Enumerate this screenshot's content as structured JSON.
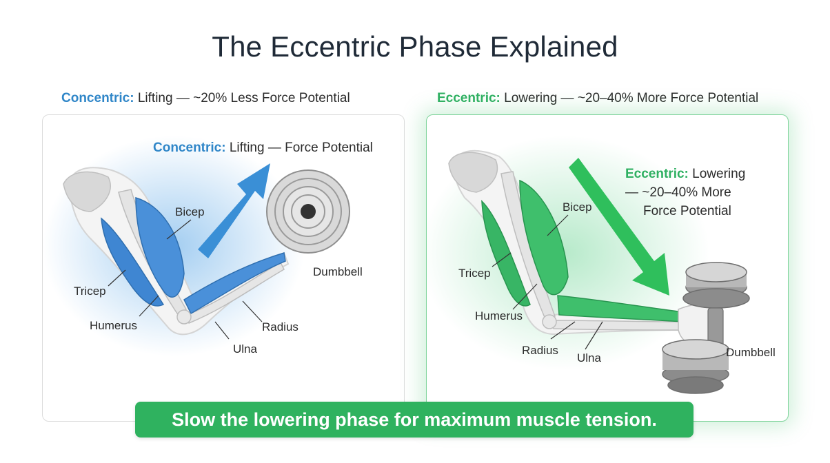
{
  "title": "The Eccentric Phase Explained",
  "concentric": {
    "header_keyword": "Concentric:",
    "header_text": " Lifting — ~20% Less Force Potential",
    "inner_keyword": "Concentric:",
    "inner_text": " Lifting — Force Potential",
    "labels": {
      "bicep": "Bicep",
      "tricep": "Tricep",
      "humerus": "Humerus",
      "ulna": "Ulna",
      "radius": "Radius",
      "dumbbell": "Dumbbell"
    }
  },
  "eccentric": {
    "header_keyword": "Eccentric:",
    "header_text": " Lowering — ~20–40% More Force Potential",
    "inner_keyword": "Eccentric:",
    "inner_line1": " Lowering",
    "inner_line2": "— ~20–40% More",
    "inner_line3": "Force Potential",
    "labels": {
      "bicep": "Bicep",
      "tricep": "Tricep",
      "humerus": "Humerus",
      "radius": "Radius",
      "ulna": "Ulna",
      "dumbbell": "Dumbbell"
    }
  },
  "banner": "Slow the lowering phase for maximum muscle tension.",
  "colors": {
    "concentric_accent": "#2f86c8",
    "eccentric_accent": "#2fb062",
    "banner_bg": "#2fb25f"
  }
}
